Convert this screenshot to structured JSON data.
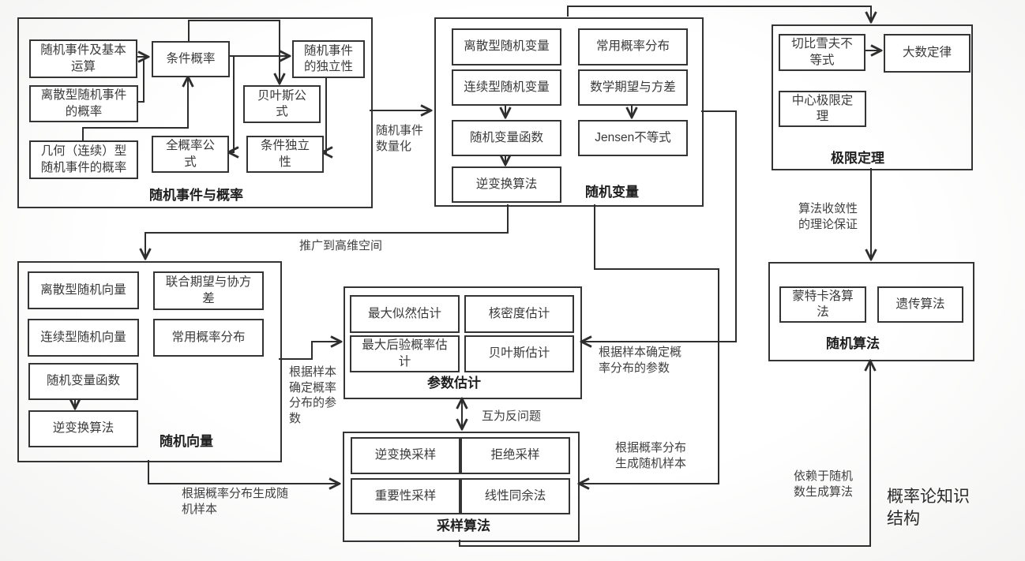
{
  "diagram_title": "概率论知识\n结构",
  "groups": {
    "events": {
      "label": "随机事件与概率",
      "nodes": {
        "basic_ops": "随机事件及基本\n运算",
        "discrete_prob": "离散型随机事件\n的概率",
        "geometric_prob": "几何（连续）型\n随机事件的概率",
        "conditional_prob": "条件概率",
        "event_independence": "随机事件\n的独立性",
        "bayes_formula": "贝叶斯公\n式",
        "total_prob_formula": "全概率公\n式",
        "conditional_independence": "条件独立\n性"
      }
    },
    "variables": {
      "label": "随机变量",
      "nodes": {
        "discrete_rv": "离散型随机变量",
        "continuous_rv": "连续型随机变量",
        "rv_function": "随机变量函数",
        "inverse_transform": "逆变换算法",
        "common_distributions": "常用概率分布",
        "expectation_variance": "数学期望与方差",
        "jensen": "Jensen不等式"
      }
    },
    "limit_theorems": {
      "label": "极限定理",
      "nodes": {
        "chebyshev": "切比雪夫不\n等式",
        "law_large_numbers": "大数定律",
        "central_limit": "中心极限定\n理"
      }
    },
    "vectors": {
      "label": "随机向量",
      "nodes": {
        "discrete_rvec": "离散型随机向量",
        "continuous_rvec": "连续型随机向量",
        "rv_function": "随机变量函数",
        "inverse_transform": "逆变换算法",
        "joint_expectation": "联合期望与协方\n差",
        "common_distributions": "常用概率分布"
      }
    },
    "estimation": {
      "label": "参数估计",
      "nodes": {
        "mle": "最大似然估计",
        "kde": "核密度估计",
        "map": "最大后验概率估\n计",
        "bayes_estimation": "贝叶斯估计"
      }
    },
    "sampling": {
      "label": "采样算法",
      "nodes": {
        "inverse_sampling": "逆变换采样",
        "rejection_sampling": "拒绝采样",
        "importance_sampling": "重要性采样",
        "linear_congruential": "线性同余法"
      }
    },
    "random_algorithms": {
      "label": "随机算法",
      "nodes": {
        "monte_carlo": "蒙特卡洛算\n法",
        "genetic": "遗传算法"
      }
    }
  },
  "edge_labels": {
    "quantify_events": "随机事件\n数量化",
    "generalize_high_dim": "推广到高维空间",
    "params_from_samples_left": "根据样本\n确定概率\n分布的参\n数",
    "params_from_samples_right": "根据样本确定概\n率分布的参数",
    "generate_samples_left": "根据概率分布生成随\n机样本",
    "generate_samples_right": "根据概率分布\n生成随机样本",
    "convergence_guarantee": "算法收敛性\n的理论保证",
    "mutual_inverse_problems": "互为反问题",
    "depends_on_rng": "依赖于随机\n数生成算法"
  },
  "colors": {
    "line": "#2e2e2e",
    "box_border": "#343434",
    "text": "#3a3a3a",
    "background": "#fbfbfb"
  }
}
